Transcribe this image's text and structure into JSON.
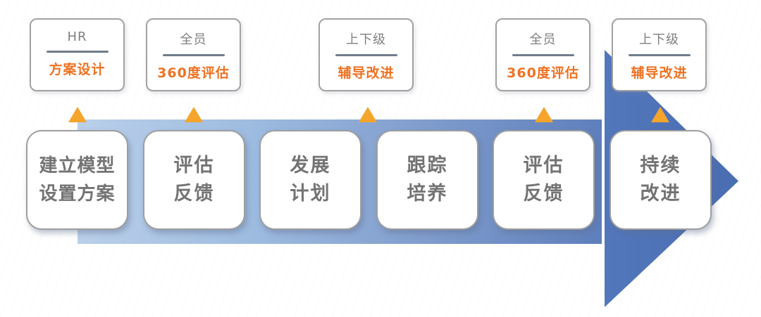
{
  "diagram": {
    "callouts": [
      {
        "actor": "HR",
        "task": "方案设计"
      },
      {
        "actor": "全员",
        "task": "360度评估"
      },
      {
        "actor": "上下级",
        "task": "辅导改进"
      },
      {
        "actor": "全员",
        "task": "360度评估"
      },
      {
        "actor": "上下级",
        "task": "辅导改进"
      }
    ],
    "steps": [
      {
        "line1": "建立模型",
        "line2": "设置方案"
      },
      {
        "line1": "评估",
        "line2": "反馈"
      },
      {
        "line1": "发展",
        "line2": "计划"
      },
      {
        "line1": "跟踪",
        "line2": "培养"
      },
      {
        "line1": "评估",
        "line2": "反馈"
      },
      {
        "line1": "持续",
        "line2": "改进"
      }
    ],
    "colors": {
      "band_gradient_start": "#bad0ea",
      "band_gradient_end": "#5e7fbc",
      "arrow_head_blue": "#4e71b4",
      "marker_orange": "#f5a42c",
      "task_text_orange": "#ee7222",
      "actor_text_gray": "#7f7f7f",
      "divider_slate": "#6e7d8c",
      "step_text_gray": "#737373",
      "box_border_gray": "#9e9e9e"
    }
  }
}
